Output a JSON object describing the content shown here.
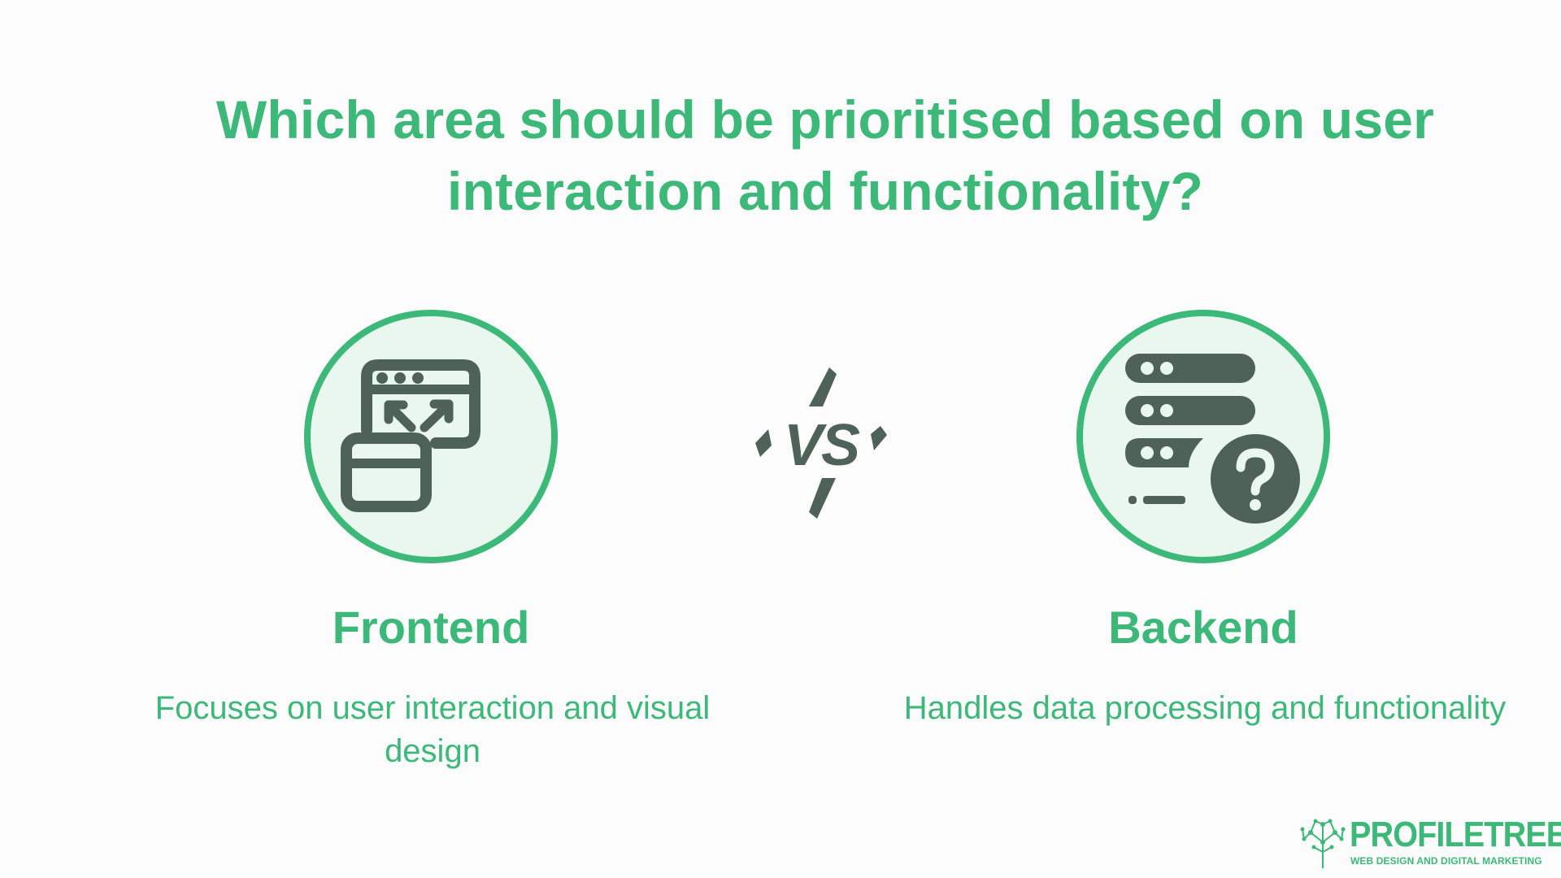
{
  "title": "Which area should be prioritised based on user interaction and functionality?",
  "vs_label": "VS",
  "left": {
    "heading": "Frontend",
    "description": "Focuses on user interaction and visual design",
    "icon": "browser-windows-resize-icon"
  },
  "right": {
    "heading": "Backend",
    "description": "Handles data processing and functionality",
    "icon": "server-question-icon"
  },
  "logo": {
    "name": "PROFILETREE",
    "tagline": "WEB DESIGN AND DIGITAL MARKETING"
  },
  "colors": {
    "accent": "#3cb878",
    "circle_fill": "#e9f7ef",
    "icon": "#4e6258",
    "background": "#fbfcfb"
  }
}
